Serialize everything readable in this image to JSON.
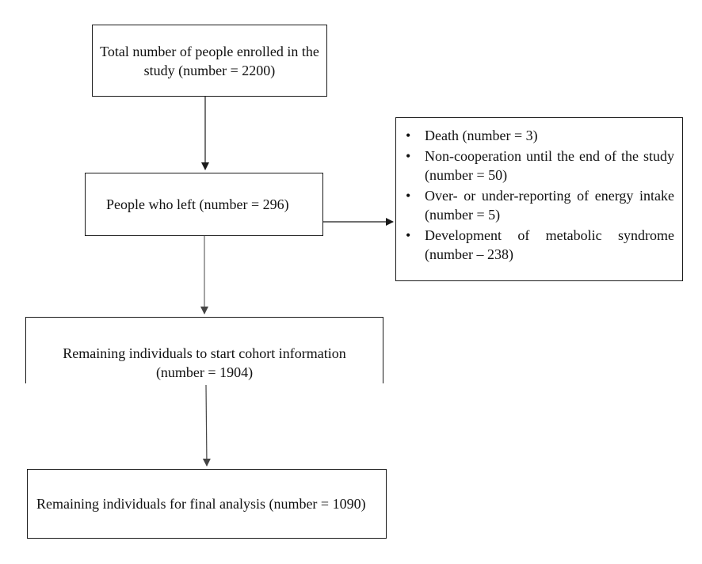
{
  "flowchart": {
    "enrolled": {
      "text": "Total number of people enrolled in the study (number = 2200)"
    },
    "left": {
      "text": "People who left (number = 296)"
    },
    "reasons": {
      "items": [
        "Death (number = 3)",
        "Non-cooperation until the end of the study (number = 50)",
        "Over- or under-reporting of energy intake (number = 5)",
        "Development of metabolic syndrome (number – 238)"
      ]
    },
    "remaining": {
      "line1": "Remaining individuals to start cohort information",
      "line2": "(number = 1904)"
    },
    "final": {
      "text": "Remaining individuals for final analysis (number = 1090)"
    }
  },
  "colors": {
    "stroke": "#1a1a1a",
    "connector_gray": "#555555",
    "background": "#ffffff"
  }
}
